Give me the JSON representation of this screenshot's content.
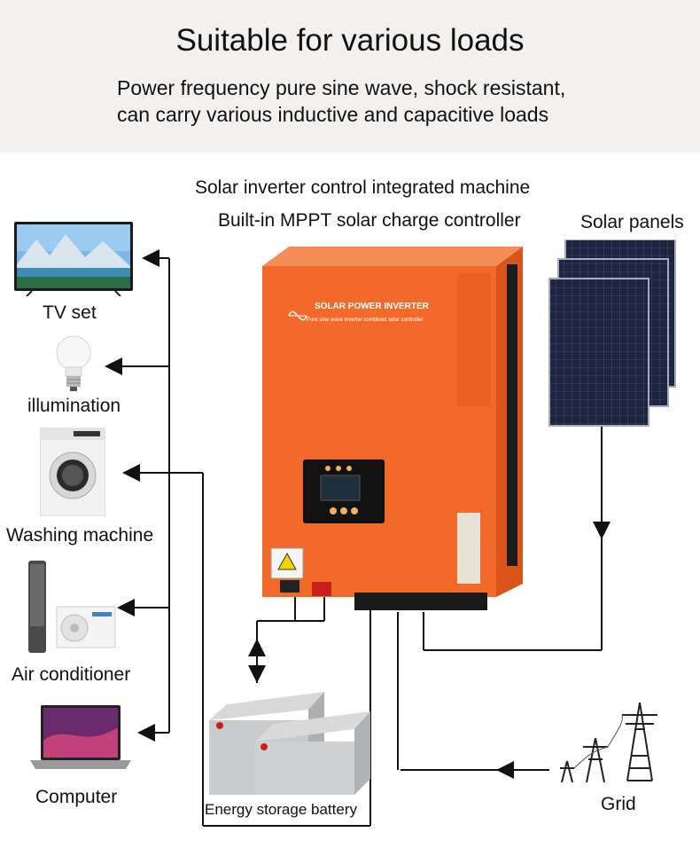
{
  "header": {
    "title": "Suitable for various loads",
    "subtitle_line1": "Power frequency pure sine wave, shock resistant,",
    "subtitle_line2": "can carry various inductive and capacitive loads"
  },
  "diagram": {
    "machine_label": "Solar inverter control integrated machine",
    "controller_label": "Built-in MPPT solar charge controller",
    "solar_panels_label": "Solar panels",
    "inverter_brand": "SOLAR POWER INVERTER",
    "inverter_tagline": "Pure sine wave inverter combined solar controller",
    "battery_label": "Energy storage battery",
    "grid_label": "Grid",
    "loads": [
      {
        "label": "TV set"
      },
      {
        "label": "illumination"
      },
      {
        "label": "Washing machine"
      },
      {
        "label": "Air conditioner"
      },
      {
        "label": "Computer"
      }
    ]
  },
  "colors": {
    "inverter_orange": "#f26a2a",
    "wire": "#111111",
    "panel_blue": "#1b2540",
    "battery_grey": "#c9cacb"
  }
}
